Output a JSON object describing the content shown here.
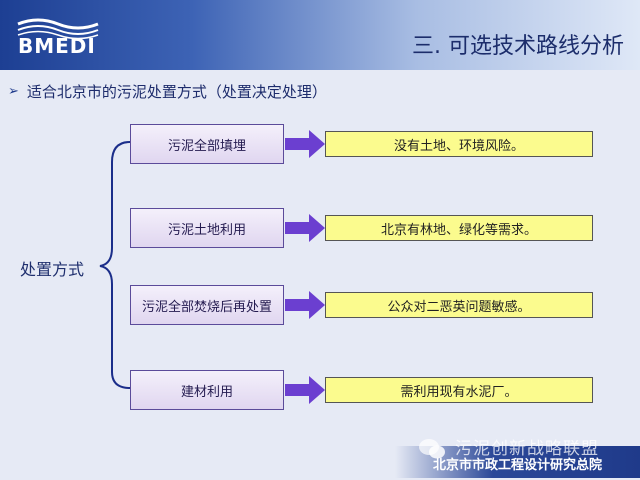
{
  "header": {
    "logo_text": "BMEDI",
    "title": "三. 可选技术路线分析"
  },
  "subtitle": "适合北京市的污泥处置方式（处置决定处理）",
  "method_label": "处置方式",
  "options": [
    {
      "label": "污泥全部填埋",
      "result": "没有土地、环境风险。"
    },
    {
      "label": "污泥土地利用",
      "result": "北京有林地、绿化等需求。"
    },
    {
      "label": "污泥全部焚烧后再处置",
      "result": "公众对二恶英问题敏感。"
    },
    {
      "label": "建材利用",
      "result": "需利用现有水泥厂。"
    }
  ],
  "footer": {
    "org": "北京市市政工程设计研究总院",
    "watermark": "污泥创新战略联盟"
  },
  "colors": {
    "header_dark": "#1d3f93",
    "option_border": "#5b4b9a",
    "result_fill": "#fbfb8e",
    "arrow_fill": "#6b3fd0"
  }
}
